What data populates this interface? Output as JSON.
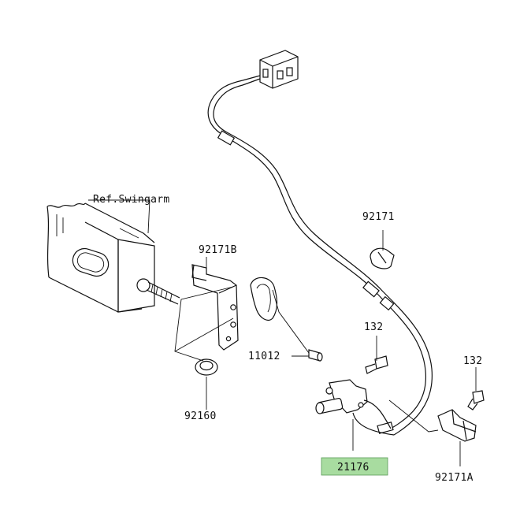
{
  "diagram": {
    "parts": [
      {
        "key": "ref_swingarm",
        "label": "Ref.Swingarm",
        "highlight": false
      },
      {
        "key": "p92171b",
        "label": "92171B",
        "highlight": false
      },
      {
        "key": "p92171",
        "label": "92171",
        "highlight": false
      },
      {
        "key": "p132_a",
        "label": "132",
        "highlight": false
      },
      {
        "key": "p11012",
        "label": "11012",
        "highlight": false
      },
      {
        "key": "p132_b",
        "label": "132",
        "highlight": false
      },
      {
        "key": "p92160",
        "label": "92160",
        "highlight": false
      },
      {
        "key": "p21176",
        "label": "21176",
        "highlight": true
      },
      {
        "key": "p92171a",
        "label": "92171A",
        "highlight": false
      }
    ],
    "highlight_color": "#a8dca0"
  }
}
